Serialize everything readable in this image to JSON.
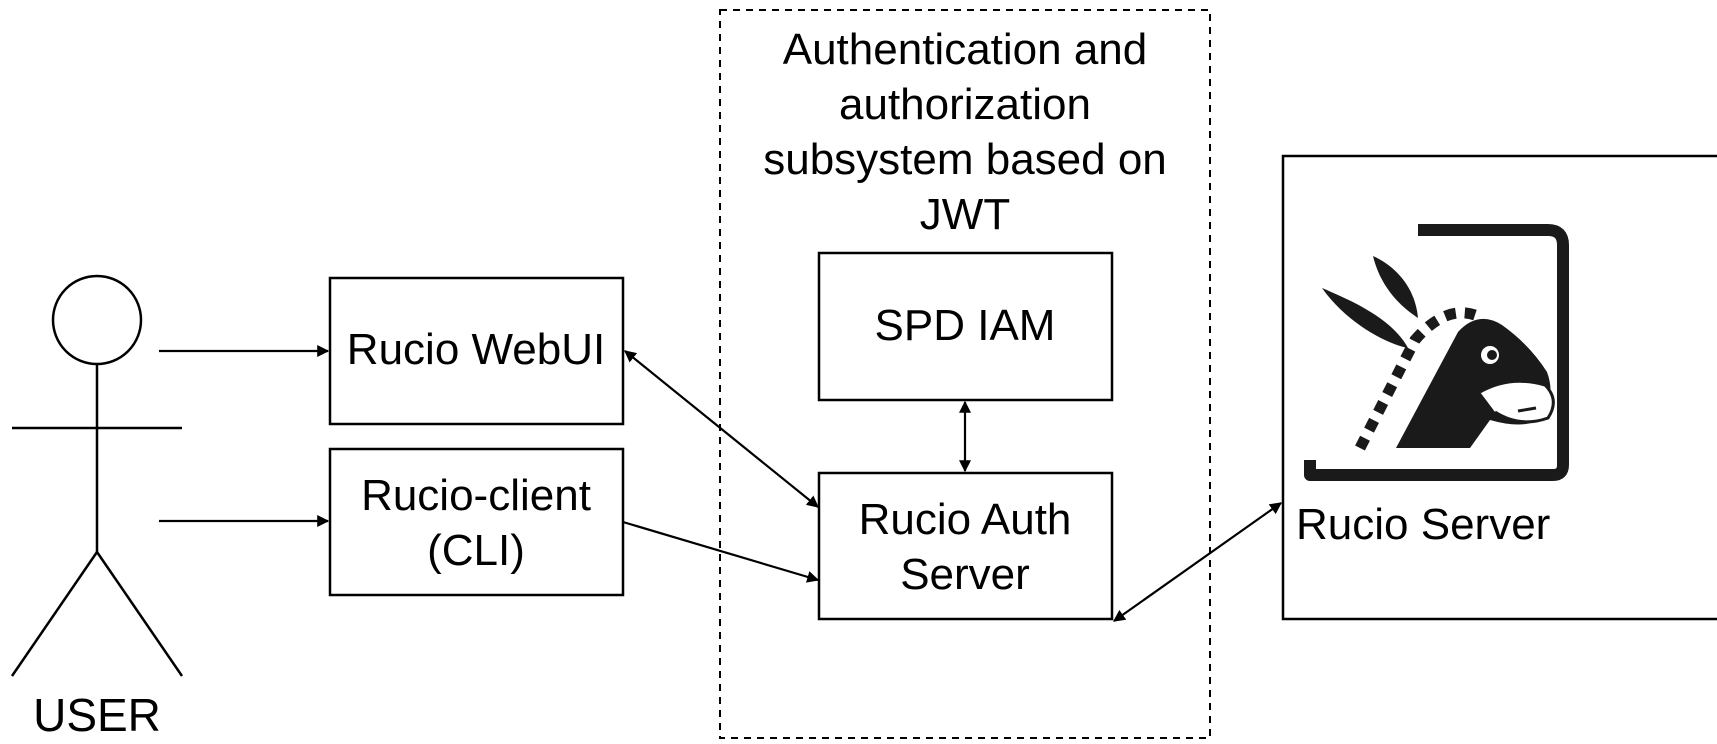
{
  "user": {
    "label": "USER"
  },
  "nodes": {
    "webui": "Rucio WebUI",
    "client": [
      "Rucio-client",
      "(CLI)"
    ],
    "iam": "SPD IAM",
    "auth_server": [
      "Rucio Auth",
      "Server"
    ],
    "rucio_server": "Rucio Server"
  },
  "subsystem": {
    "title": [
      "Authentication and",
      "authorization",
      "subsystem based on",
      "JWT"
    ]
  },
  "connections": [
    {
      "from": "user",
      "to": "webui",
      "direction": "forward"
    },
    {
      "from": "user",
      "to": "client",
      "direction": "forward"
    },
    {
      "from": "webui",
      "to": "auth_server",
      "direction": "both"
    },
    {
      "from": "client",
      "to": "auth_server",
      "direction": "forward"
    },
    {
      "from": "iam",
      "to": "auth_server",
      "direction": "both"
    },
    {
      "from": "auth_server",
      "to": "rucio_server",
      "direction": "both"
    }
  ],
  "colors": {
    "line": "#000000",
    "background": "#ffffff",
    "logo": "#1a1a1a"
  }
}
